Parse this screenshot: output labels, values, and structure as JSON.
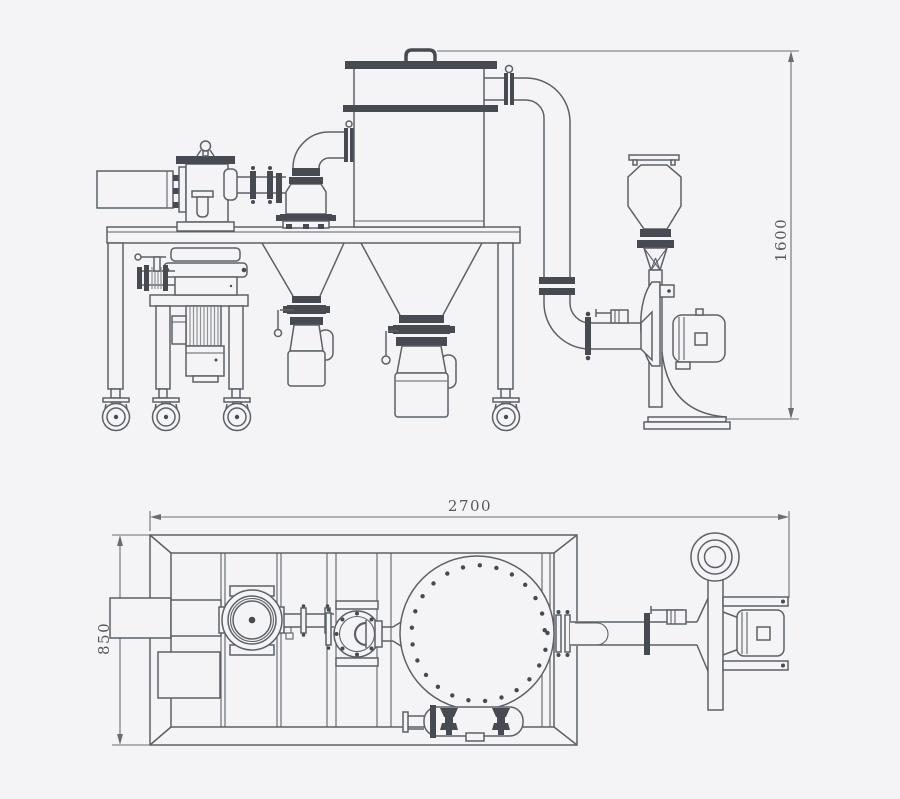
{
  "drawing": {
    "type": "engineering-two-view-drawing",
    "subject": "jet-mill-pulverizer-system",
    "background": "#f4f4f6",
    "line_color": "#5d6167",
    "dark_fill": "#474b51",
    "views": {
      "top": "front-elevation",
      "bottom": "top-plan"
    },
    "dimensions": {
      "overall_height": "1600",
      "overall_length": "2700",
      "overall_depth": "850"
    }
  }
}
